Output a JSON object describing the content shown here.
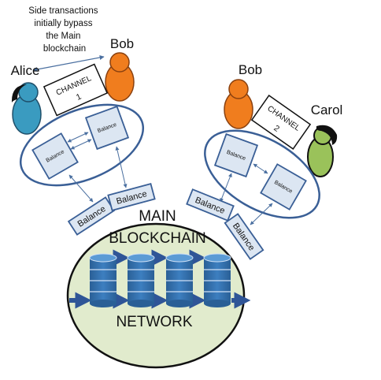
{
  "note": {
    "line1": "Side transactions",
    "line2": "initially bypass",
    "line3": "the Main",
    "line4": "blockchain"
  },
  "people": {
    "alice": "Alice",
    "bob_left": "Bob",
    "bob_right": "Bob",
    "carol": "Carol"
  },
  "channels": {
    "one": {
      "word": "CHANNEL",
      "number": "1"
    },
    "two": {
      "word": "CHANNEL",
      "number": "2"
    }
  },
  "balance_label": "Balance",
  "main": {
    "line1": "MAIN",
    "line2": "BLOCKCHAIN",
    "line3": "NETWORK"
  },
  "colors": {
    "alice": "#3a9bc0",
    "bob": "#f07d1e",
    "carol": "#9ac25a",
    "network_fill": "#e1ebcd",
    "channel_outline": "#3a5f96",
    "balance_fill": "#dce6f2",
    "database": "#2e6aa5",
    "arrow": "#4a6fa0"
  },
  "icons": {
    "person": "person-icon",
    "database": "database-icon",
    "double_arrow": "double-arrow-icon"
  }
}
